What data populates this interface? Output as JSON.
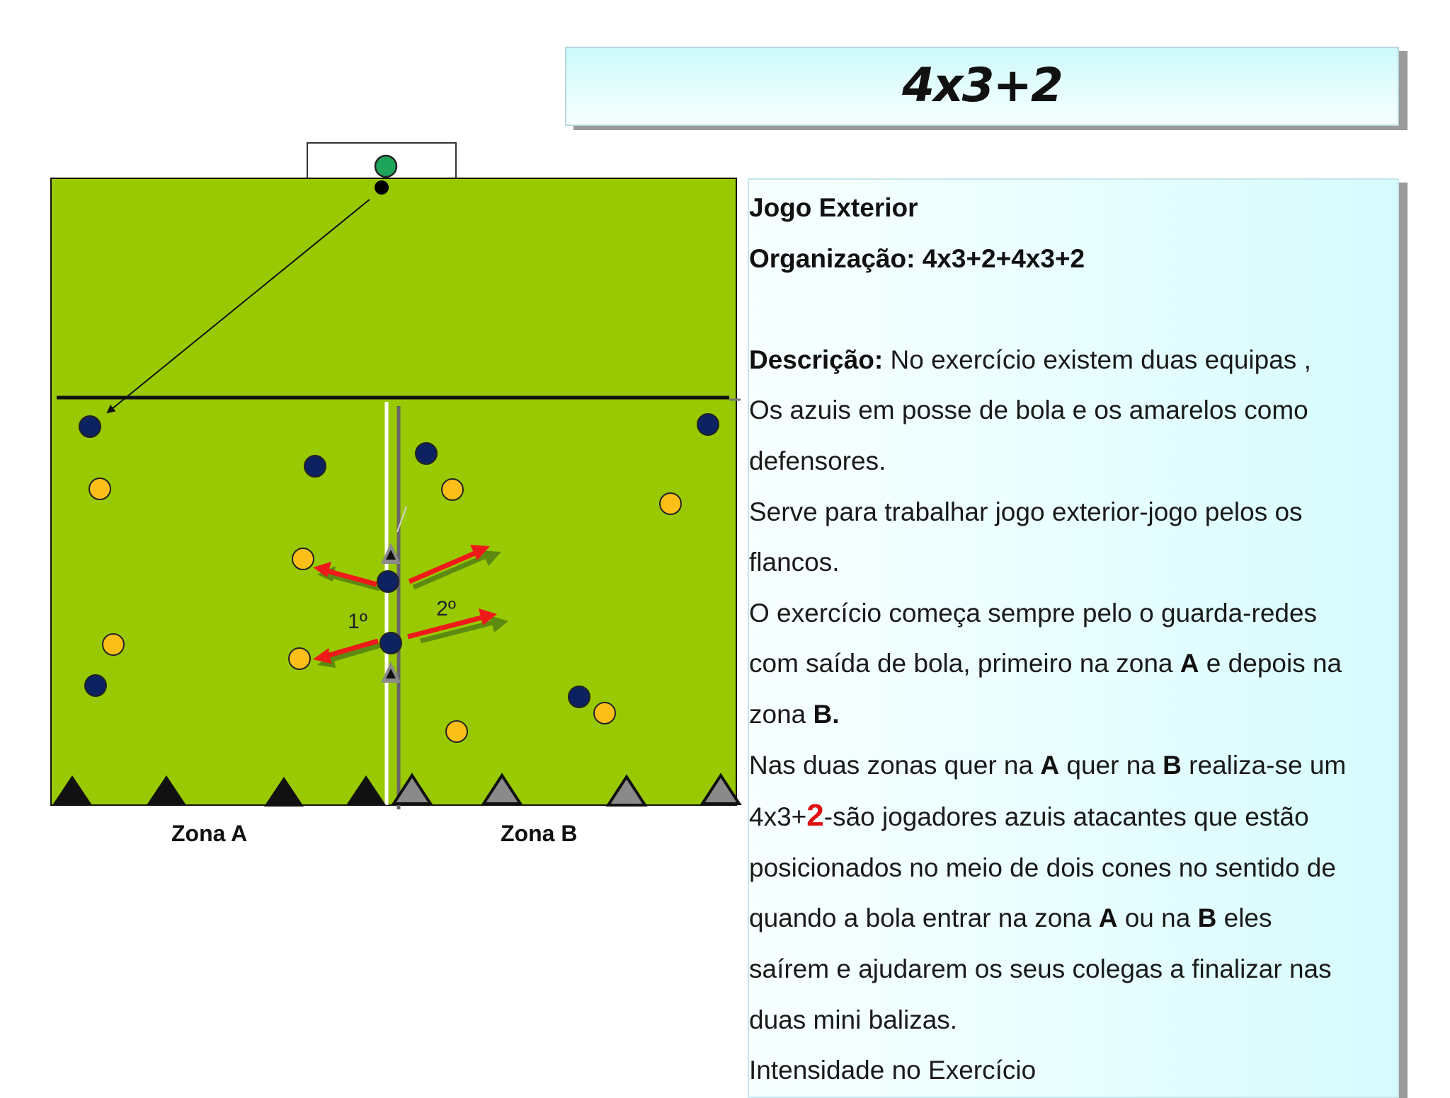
{
  "title": "4x3+2",
  "field": {
    "zone_a_label": "Zona A",
    "zone_b_label": "Zona B",
    "order_first": "1º",
    "order_second": "2º",
    "colors": {
      "grass": "#99c902",
      "blue_team": "#0d2260",
      "yellow_team": "#fbbf18",
      "goalkeeper": "#1ea35a",
      "arrow": "#ee1a1a",
      "arrow_shadow": "#5d8a10"
    }
  },
  "description": {
    "heading": "Jogo Exterior",
    "org_label": "Organização:",
    "org_value": "4x3+2+4x3+2",
    "desc_label": "Descrição:",
    "l1": "No exercício existem duas equipas ,",
    "l2": "Os azuis em posse de bola e os amarelos como",
    "l3": "defensores.",
    "l4": "Serve para trabalhar jogo exterior-jogo pelos os",
    "l5": "flancos.",
    "l6": "O exercício começa sempre pelo o guarda-redes",
    "l7a": "com saída de bola, primeiro na zona ",
    "l7b": "A",
    "l7c": " e depois na",
    "l8a": "zona ",
    "l8b": "B.",
    "l9a": "Nas duas zonas quer na ",
    "l9b": "A",
    "l9c": " quer na ",
    "l9d": "B",
    "l9e": " realiza-se um",
    "l10a": "4x3+",
    "l10b": "2",
    "l10c": "-são jogadores azuis atacantes que estão",
    "l11": "posicionados no meio de dois cones no sentido de",
    "l12a": "quando a bola entrar na zona ",
    "l12b": "A",
    "l12c": " ou na ",
    "l12d": "B",
    "l12e": " eles",
    "l13": "saírem e ajudarem os seus colegas a finalizar nas",
    "l14": "duas mini balizas.",
    "l15": "Intensidade no Exercício"
  }
}
